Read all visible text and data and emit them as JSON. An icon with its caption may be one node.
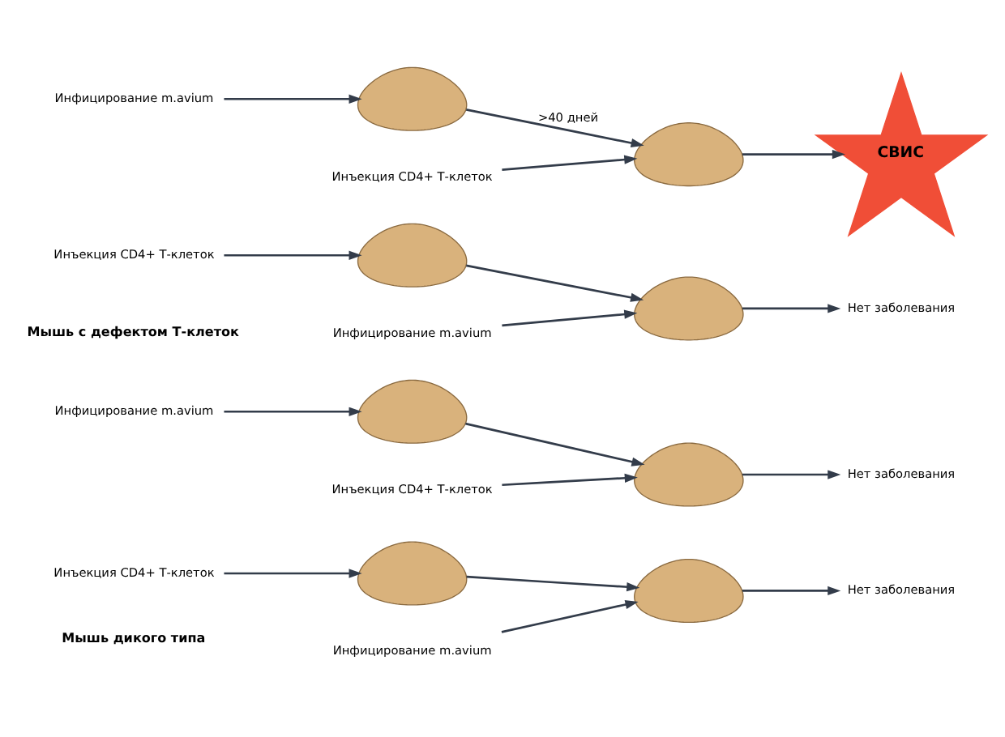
{
  "diagram": {
    "nodes": [
      {
        "text": [
          "Инъекция CD4+ Т-клеток"
        ]
      },
      {
        "text": [],
        "shape": "picture"
      },
      {
        "text": [
          "Инфицирование m.avium"
        ]
      },
      {
        "text": [],
        "shape": "picture"
      },
      {
        "text": [
          "Нет заболевания"
        ]
      },
      {
        "text": [
          "Инфицирование m.avium"
        ]
      },
      {
        "text": [],
        "shape": "picture"
      },
      {
        "text": [
          "Инъекция CD4+ Т-клеток"
        ]
      },
      {
        "text": [],
        "shape": "picture"
      },
      {
        "text": [
          "Нет заболевания"
        ]
      },
      {
        "text": [
          "Инъекция CD4+ Т-клеток"
        ]
      },
      {
        "text": [],
        "shape": "picture"
      },
      {
        "text": [
          "Инфицирование m.avium"
        ]
      },
      {
        "text": [],
        "shape": "picture"
      },
      {
        "text": [
          "Нет заболевания"
        ]
      },
      {
        "text": [
          "Инфицирование m.avium"
        ]
      },
      {
        "text": [],
        "shape": "picture"
      },
      {
        "text": [
          "Инъекция CD4+ Т-клеток"
        ]
      },
      {
        "text": [],
        "shape": "picture"
      },
      {
        "text": [
          "СВИС"
        ]
      }
    ],
    "edges": [
      {
        "from": 0,
        "to": 1,
        "arrow": "to"
      },
      {
        "from": 1,
        "to": 3,
        "arrow": "to"
      },
      {
        "from": 2,
        "to": 3,
        "arrow": "to"
      },
      {
        "from": 3,
        "to": 4,
        "arrow": "to"
      },
      {
        "from": 5,
        "to": 6,
        "arrow": "to"
      },
      {
        "from": 6,
        "to": 8,
        "arrow": "to"
      },
      {
        "from": 7,
        "to": 8,
        "arrow": "to"
      },
      {
        "from": 8,
        "to": 9,
        "arrow": "to"
      },
      {
        "from": 10,
        "to": 11,
        "arrow": "to"
      },
      {
        "from": 11,
        "to": 13,
        "arrow": "to"
      },
      {
        "from": 12,
        "to": 13,
        "arrow": "to"
      },
      {
        "from": 13,
        "to": 14,
        "arrow": "to"
      },
      {
        "from": 15,
        "to": 16,
        "arrow": "to"
      },
      {
        "from": 16,
        "to": 18,
        "arrow": "to",
        "label": ">40 дней"
      },
      {
        "from": 17,
        "to": 18,
        "arrow": "to"
      },
      {
        "from": 18,
        "to": 19,
        "arrow": "to"
      }
    ],
    "labels": [
      "Мышь дикого типа",
      "Мышь с дефектом Т-клеток"
    ]
  }
}
